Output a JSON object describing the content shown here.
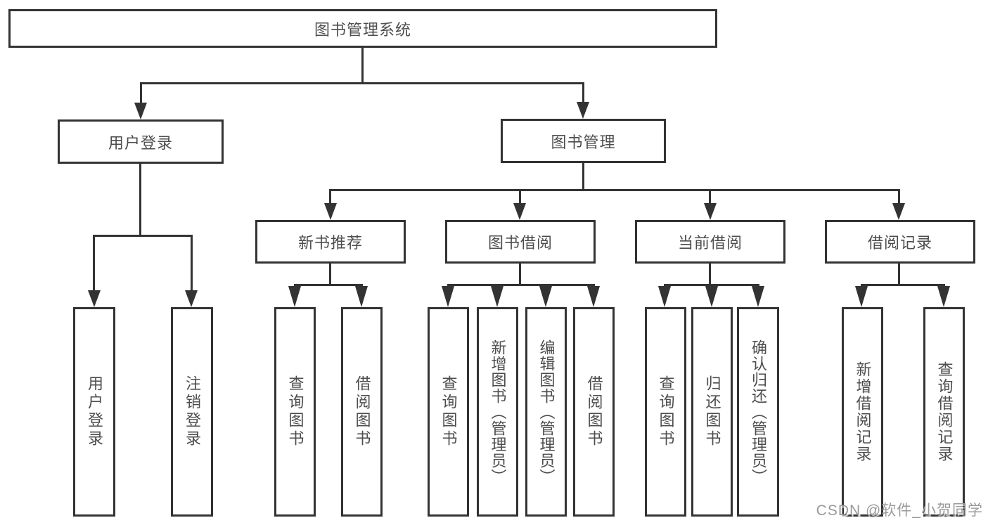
{
  "watermark": "CSDN @软件_小贺同学",
  "colors": {
    "line": "#333333",
    "box_background": "#ffffff",
    "text": "#4d4d4d",
    "watermark": "#9a9a9a"
  },
  "nodes": {
    "root": "图书管理系统",
    "user_login": "用户登录",
    "book_management": "图书管理",
    "new_book_recommend": "新书推荐",
    "book_borrow": "图书借阅",
    "current_borrow": "当前借阅",
    "borrow_records": "借阅记录",
    "leaf_user_login": "用户登录",
    "leaf_logout": "注销登录",
    "leaf_rec_query_books": "查询图书",
    "leaf_rec_borrow_books": "借阅图书",
    "leaf_borrow_query_books": "查询图书",
    "leaf_borrow_add_books": "新增图书（管理员）",
    "leaf_borrow_edit_books": "编辑图书（管理员）",
    "leaf_borrow_borrow_books": "借阅图书",
    "leaf_current_query_books": "查询图书",
    "leaf_current_return_books": "归还图书",
    "leaf_current_confirm_return": "确认归还（管理员）",
    "leaf_records_add_record": "新增借阅记录",
    "leaf_records_query_record": "查询借阅记录"
  }
}
